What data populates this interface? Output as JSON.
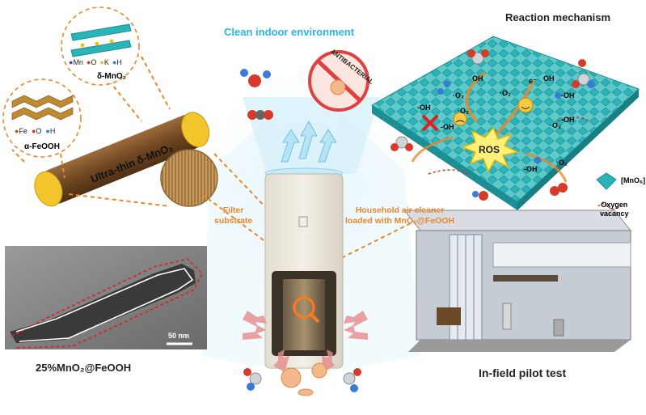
{
  "labels": {
    "clean_indoor": "Clean indoor environment",
    "reaction_mechanism": "Reaction mechanism",
    "antibacterial": "ANTIBACTERIAL",
    "delta_mno2": "δ-MnO₂",
    "alpha_feooh": "α-FeOOH",
    "ultrathin": "Ultra-thin δ-MnO₂",
    "filter_substrate_1": "Filter",
    "filter_substrate_2": "substrate",
    "household_1": "Household air cleaner",
    "household_2": "loaded with MnO₂@FeOOH",
    "scale_bar": "50 nm",
    "composite": "25%MnO₂@FeOOH",
    "pilot_test": "In-field pilot test",
    "mno6": "[MnO₆]",
    "oxygen_vacancy_1": "Oxygen",
    "oxygen_vacancy_2": "vacancy",
    "ros": "ROS"
  },
  "legend_mno2": [
    {
      "symbol": "Mn",
      "color": "#6a3aa0"
    },
    {
      "symbol": "O",
      "color": "#d63b2a"
    },
    {
      "symbol": "K",
      "color": "#f0c020"
    },
    {
      "symbol": "H",
      "color": "#3a7ad8"
    }
  ],
  "legend_feooh": [
    {
      "symbol": "Fe",
      "color": "#a06a1a"
    },
    {
      "symbol": "O",
      "color": "#d63b2a"
    },
    {
      "symbol": "H",
      "color": "#3a7ad8"
    }
  ],
  "mechanism_species": {
    "oh1": "OH",
    "oh2": "OH",
    "oh3": "-OH",
    "oh4": "-OH",
    "oh5": "-OH",
    "oh6": "-OH",
    "oh7": "-OH",
    "o2_1": "·O₂",
    "o2_2": "·O₂",
    "o2_3": "·O₂",
    "o2_4": "·O₂",
    "o2_5": "·O₂",
    "e1": "e⁻"
  },
  "colors": {
    "accent_cyan": "#29b6e6",
    "accent_orange": "#e9862c",
    "mno6_teal": "#2ab3b8",
    "tem_dash_red": "#d02a2a"
  }
}
